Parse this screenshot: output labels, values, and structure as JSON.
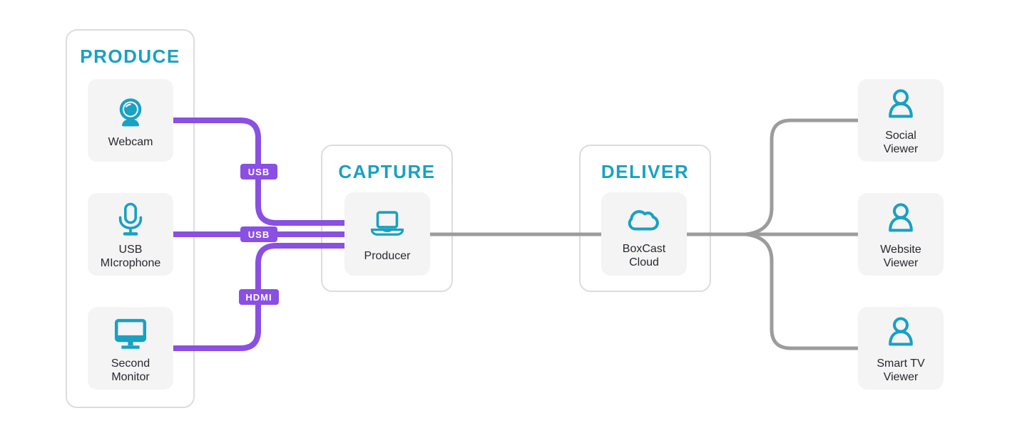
{
  "colors": {
    "teal": "#18a1c2",
    "purple": "#8a4fe3",
    "gray_line": "#9c9c9c",
    "panel_border": "#dcdcdc",
    "card_bg": "#f4f4f4",
    "label_text": "#2a2730"
  },
  "produce": {
    "title": "PRODUCE",
    "items": [
      {
        "label": "Webcam",
        "icon": "webcam-icon"
      },
      {
        "label": "USB MIcrophone",
        "icon": "microphone-icon"
      },
      {
        "label": "Second Monitor",
        "icon": "monitor-icon"
      }
    ]
  },
  "capture": {
    "title": "CAPTURE",
    "node": {
      "label": "Producer",
      "icon": "laptop-icon"
    }
  },
  "deliver": {
    "title": "DELIVER",
    "node": {
      "label": "BoxCast Cloud",
      "icon": "cloud-icon"
    }
  },
  "viewers": [
    {
      "label": "Social Viewer",
      "icon": "person-icon"
    },
    {
      "label": "Website Viewer",
      "icon": "person-icon"
    },
    {
      "label": "Smart TV Viewer",
      "icon": "person-icon"
    }
  ],
  "cables": [
    {
      "label": "USB",
      "from": "Webcam",
      "to": "Producer"
    },
    {
      "label": "USB",
      "from": "USB MIcrophone",
      "to": "Producer"
    },
    {
      "label": "HDMI",
      "from": "Second Monitor",
      "to": "Producer"
    }
  ],
  "streams": [
    {
      "from": "Producer",
      "to": "BoxCast Cloud"
    },
    {
      "from": "BoxCast Cloud",
      "to": "Social Viewer"
    },
    {
      "from": "BoxCast Cloud",
      "to": "Website Viewer"
    },
    {
      "from": "BoxCast Cloud",
      "to": "Smart TV Viewer"
    }
  ]
}
